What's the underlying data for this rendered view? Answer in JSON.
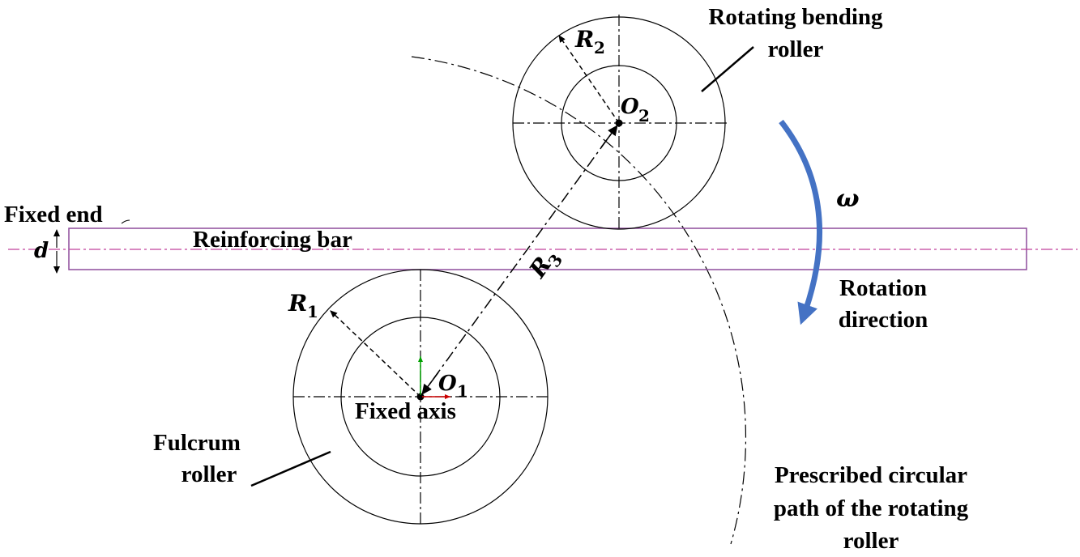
{
  "labels": {
    "rotating_roller_line1": "Rotating bending",
    "rotating_roller_line2": "roller",
    "fixed_end": "Fixed end",
    "reinforcing_bar": "Reinforcing bar",
    "rotation_direction_line1": "Rotation",
    "rotation_direction_line2": "direction",
    "fixed_axis": "Fixed axis",
    "fulcrum_roller_line1": "Fulcrum",
    "fulcrum_roller_line2": "roller",
    "path_line1": "Prescribed circular",
    "path_line2": "path of the rotating",
    "path_line3": "roller"
  },
  "symbols": {
    "r1": "R",
    "r1_sub": "1",
    "r2": "R",
    "r2_sub": "2",
    "r3": "R",
    "r3_sub": "3",
    "o1": "O",
    "o1_sub": "1",
    "o2": "O",
    "o2_sub": "2",
    "omega": "ω",
    "d": "d"
  },
  "colors": {
    "bar_outline": "#8e4c9c",
    "centerline": "#c0409c",
    "rotation_arrow": "#4472c4",
    "local_axis_x": "#cc0000",
    "local_axis_y": "#00a000"
  }
}
